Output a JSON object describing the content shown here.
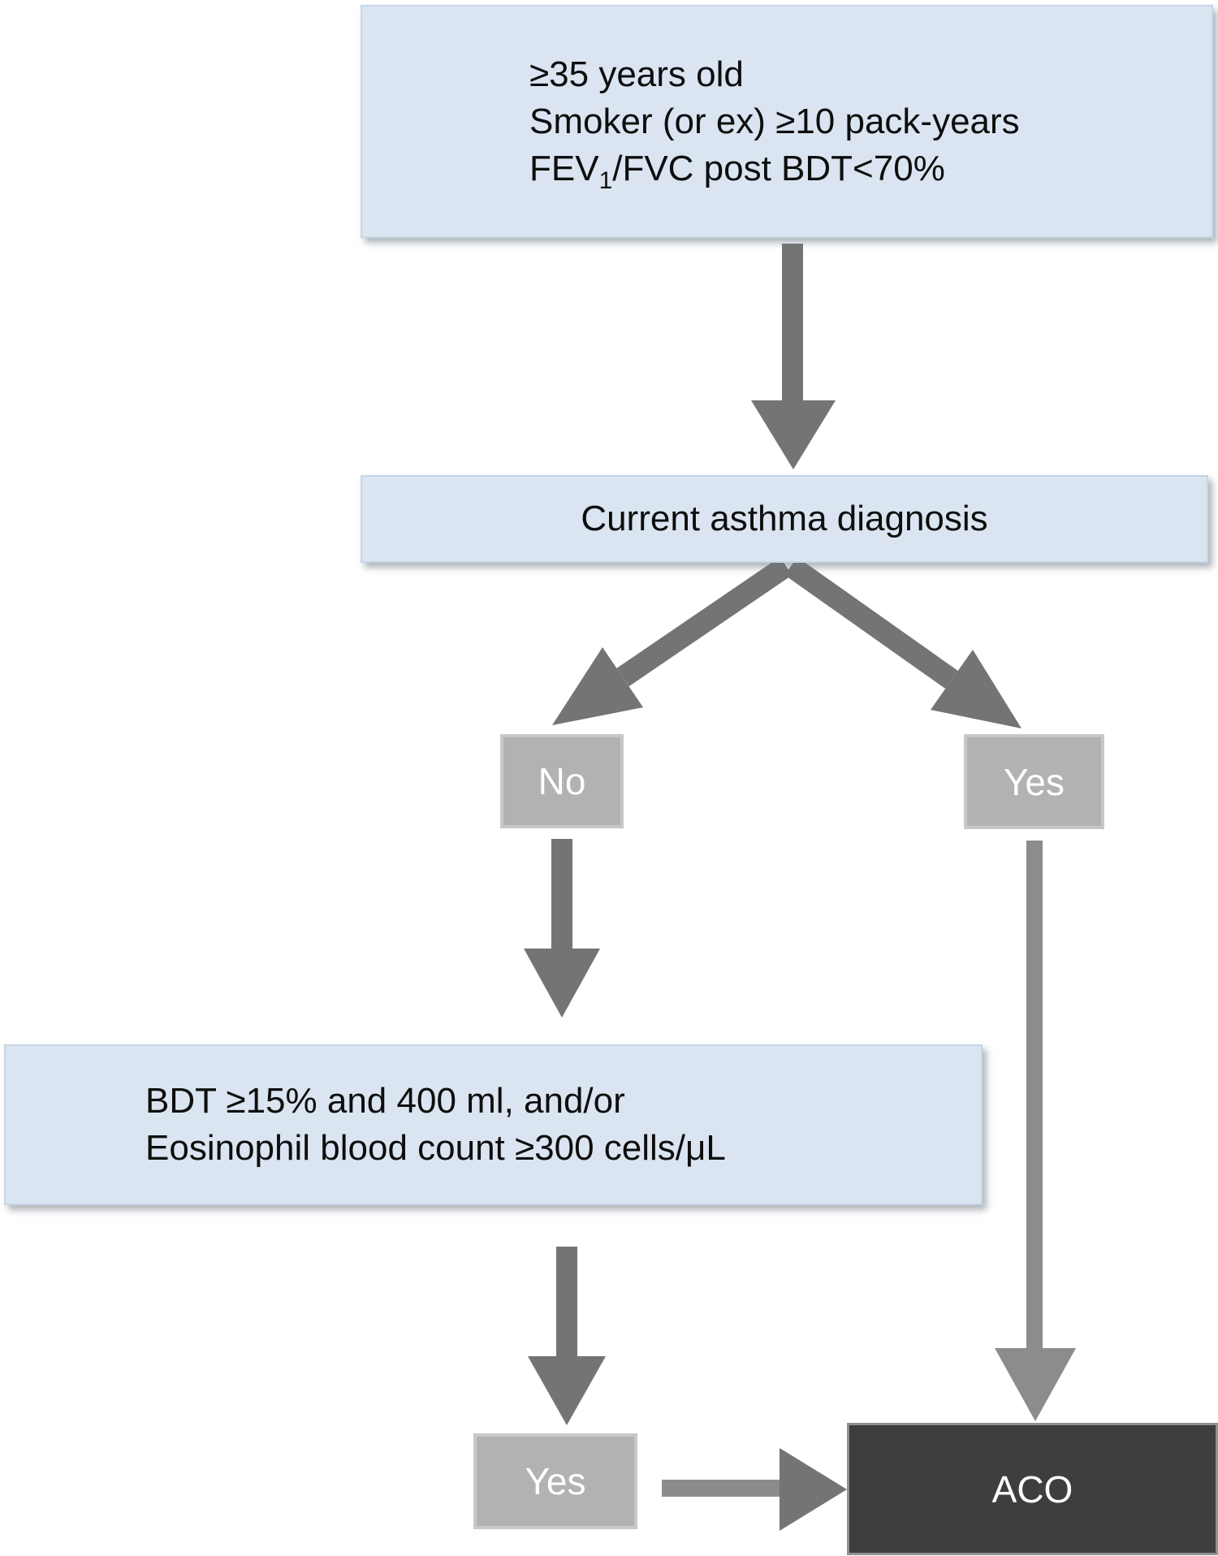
{
  "colors": {
    "box_blue": "#dbe5f1",
    "box_blue_border": "#c6d6e8",
    "gray_box": "#b2b2b2",
    "gray_box_border": "#c8c8c8",
    "dark_box": "#3e3e3e",
    "arrow_dark": "#747474",
    "arrow_light": "#8c8c8c",
    "label_text_light": "#ffffff",
    "body_text": "#0e0e0e"
  },
  "flowchart": {
    "entry_criteria": {
      "line1": "≥35 years old",
      "line2": "Smoker (or ex) ≥10 pack-years",
      "line3_pre": "FEV",
      "line3_sub": "1",
      "line3_post": "/FVC post BDT<70%"
    },
    "decision": {
      "label": "Current asthma diagnosis"
    },
    "branch_no": {
      "label": "No"
    },
    "branch_yes": {
      "label": "Yes"
    },
    "secondary_criteria": {
      "line1": "BDT ≥15% and 400 ml, and/or",
      "line2": "Eosinophil blood count ≥300 cells/μL"
    },
    "branch_yes_secondary": {
      "label": "Yes"
    },
    "outcome": {
      "label": "ACO"
    }
  }
}
